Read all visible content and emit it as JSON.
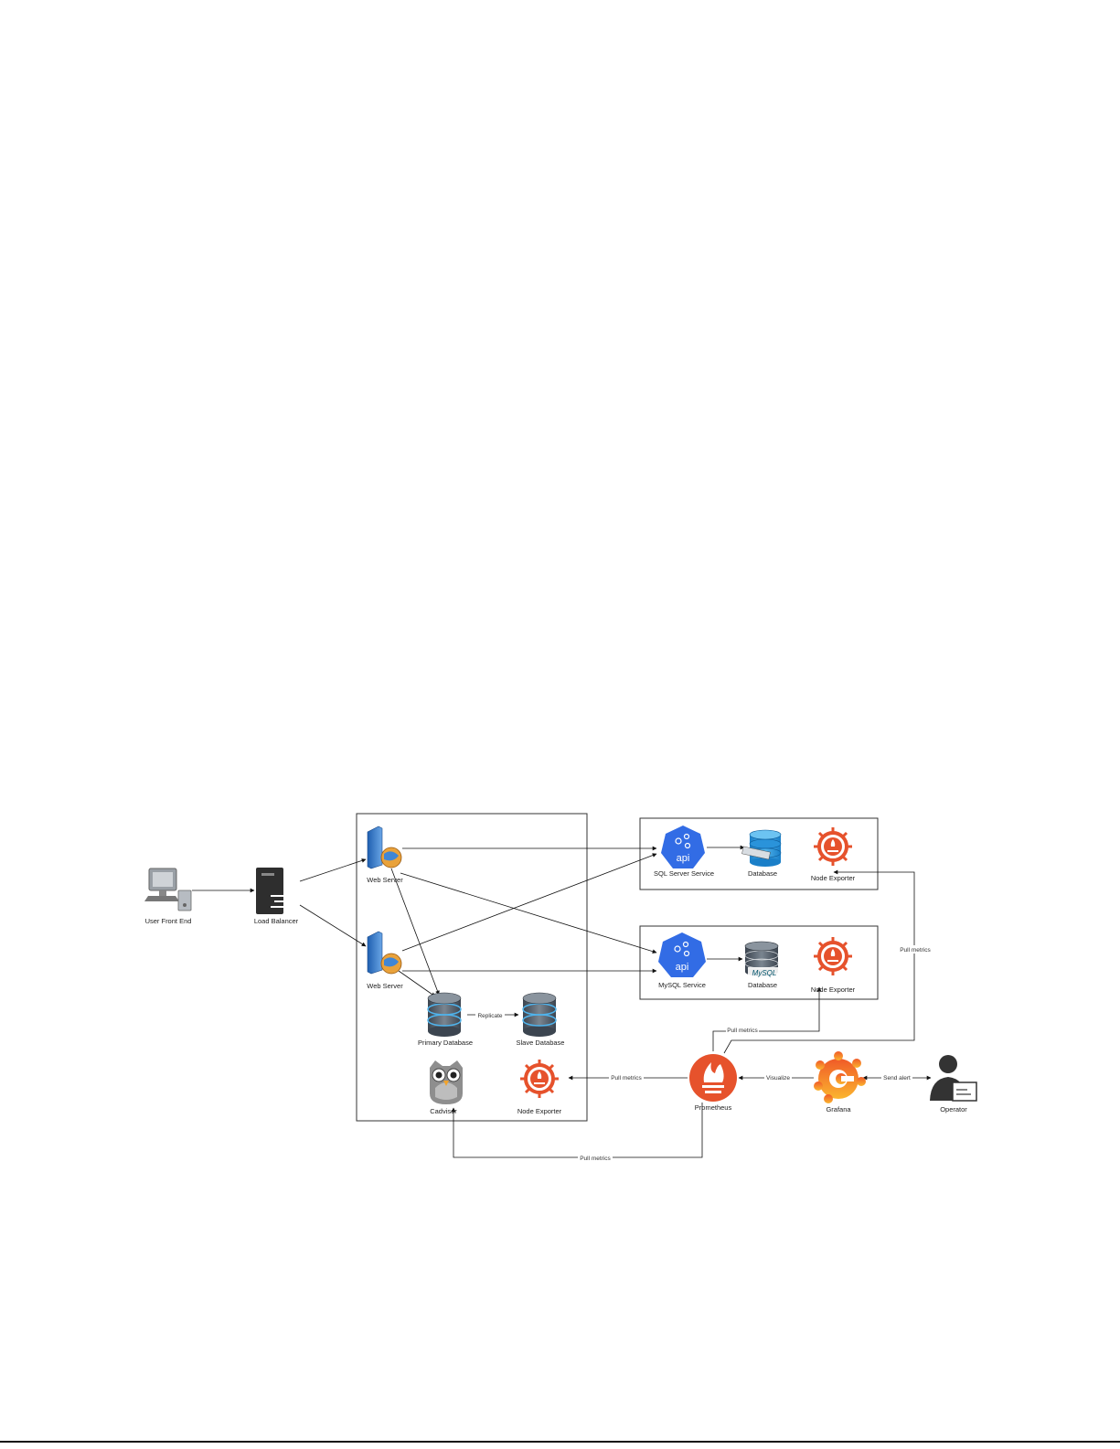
{
  "nodes": {
    "user_front_end": "User Front End",
    "load_balancer": "Load Balancer",
    "web_server_1": "Web Server",
    "web_server_2": "Web Server",
    "sql_server_service": "SQL Server Service",
    "database_sql": "Database",
    "node_exporter_sql": "Node Exporter",
    "mysql_service": "MySQL Service",
    "database_mysql": "Database",
    "node_exporter_mysql": "Node Exporter",
    "primary_database": "Primary Database",
    "slave_database": "Slave Database",
    "cadvisor": "Cadvisor",
    "node_exporter_main": "Node Exporter",
    "prometheus": "Prometheus",
    "grafana": "Grafana",
    "operator": "Operator"
  },
  "edges": {
    "replicate": "Replicate",
    "pull_metrics_right": "Pull metrics",
    "pull_metrics_mid": "Pull metrics",
    "pull_metrics_left": "Pull metrics",
    "pull_metrics_bottom": "Pull metrics",
    "visualize": "Visualize",
    "send_alert": "Send alert"
  },
  "icon_text": {
    "api": "api",
    "mysql": "MySQL"
  },
  "colors": {
    "api_blue": "#326ce5",
    "prometheus_orange": "#e6522c",
    "grafana_orange": "#f46800",
    "db_gray": "#5a6470"
  }
}
